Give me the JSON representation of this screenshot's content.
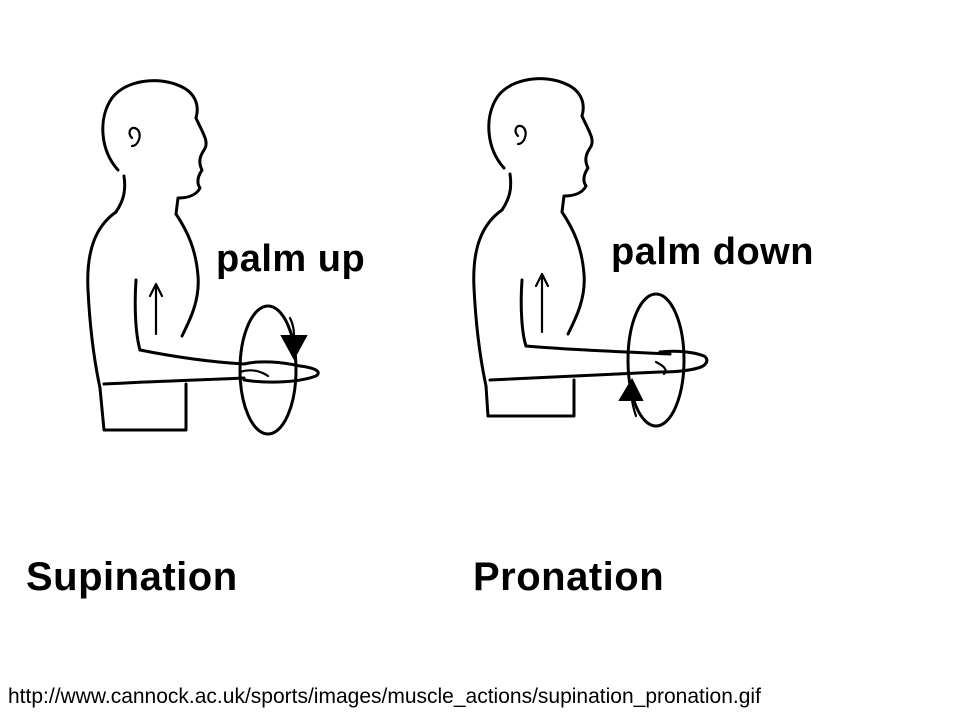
{
  "figures": [
    {
      "id": "supination",
      "annotation": "palm up",
      "caption": "Supination"
    },
    {
      "id": "pronation",
      "annotation": "palm down",
      "caption": "Pronation"
    }
  ],
  "source_url": "http://www.cannock.ac.uk/sports/images/muscle_actions/supination_pronation.gif"
}
